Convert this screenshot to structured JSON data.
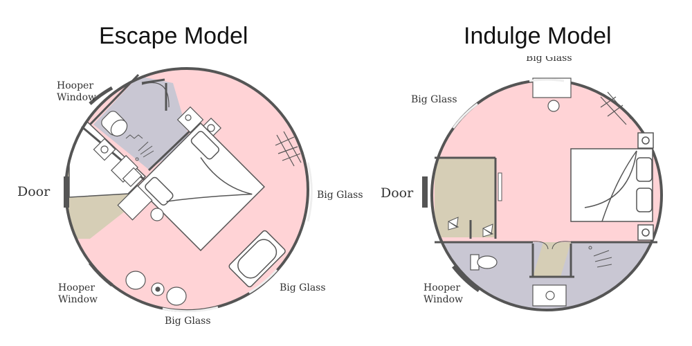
{
  "titles": {
    "left": "Escape Model",
    "right": "Indulge Model"
  },
  "escape_labels": {
    "hooper_top_1": "Hooper",
    "hooper_top_2": "Window",
    "door": "Door",
    "big_glass_right": "Big Glass",
    "hooper_bottom_1": "Hooper",
    "hooper_bottom_2": "Window",
    "big_glass_bottom_right": "Big Glass",
    "big_glass_bottom": "Big Glass"
  },
  "indulge_labels": {
    "big_glass_top": "Big Glass",
    "big_glass_left": "Big Glass",
    "door": "Door",
    "hooper_1": "Hooper",
    "hooper_2": "Window"
  },
  "colors": {
    "bedroom_pink": "#ffd3d6",
    "bath_grey": "#c9c7d3",
    "entry_tan": "#d6ceb6",
    "wall": "#555555",
    "furniture": "#ffffff"
  }
}
